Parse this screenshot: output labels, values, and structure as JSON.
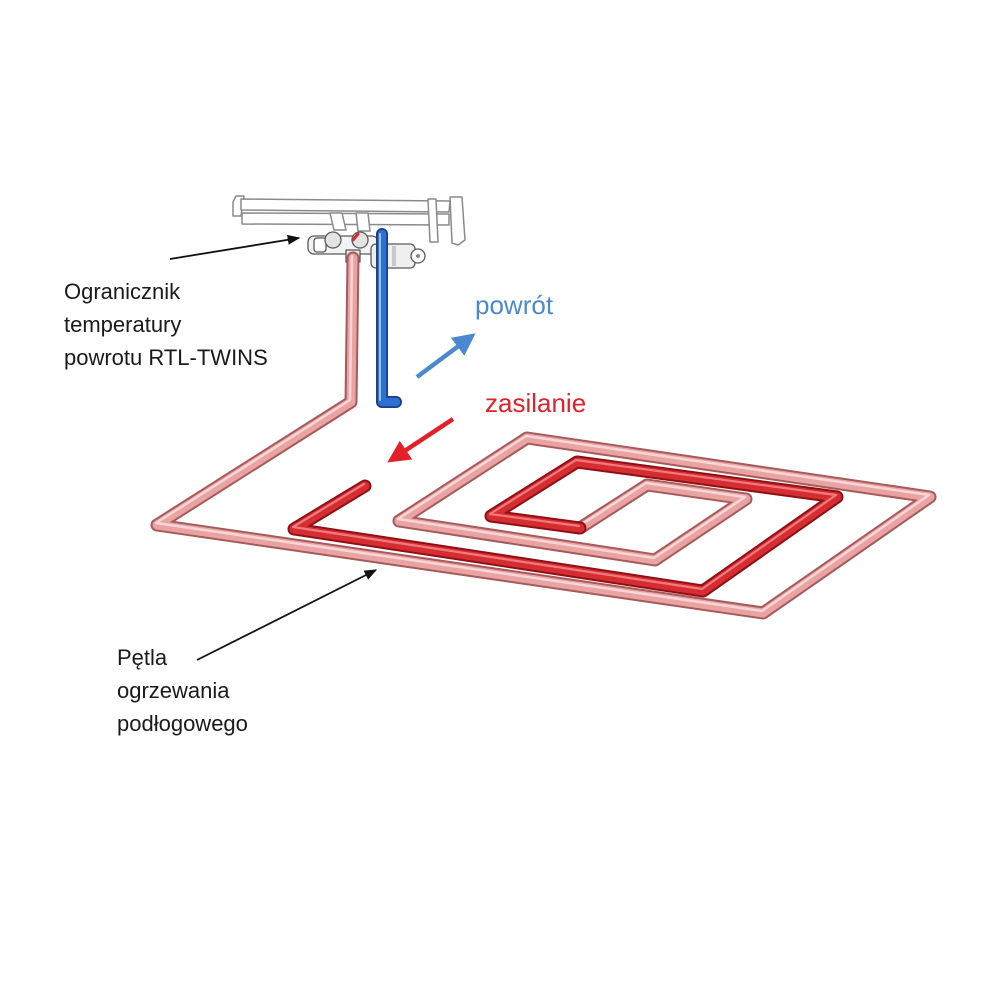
{
  "labels": {
    "limiter": [
      "Ogranicznik",
      "temperatury",
      "powrotu RTL-TWINS"
    ],
    "loop": [
      "Pętla",
      "ogrzewania",
      "podłogowego"
    ],
    "return_flow": "powrót",
    "supply_flow": "zasilanie"
  },
  "colors": {
    "return": "#4a89cf",
    "supply": "#e3202a",
    "pipe_pink": "#e49a9a",
    "pipe_red": "#d5262d",
    "pipe_blue": "#2f6fd0",
    "annotation": "#111111"
  }
}
